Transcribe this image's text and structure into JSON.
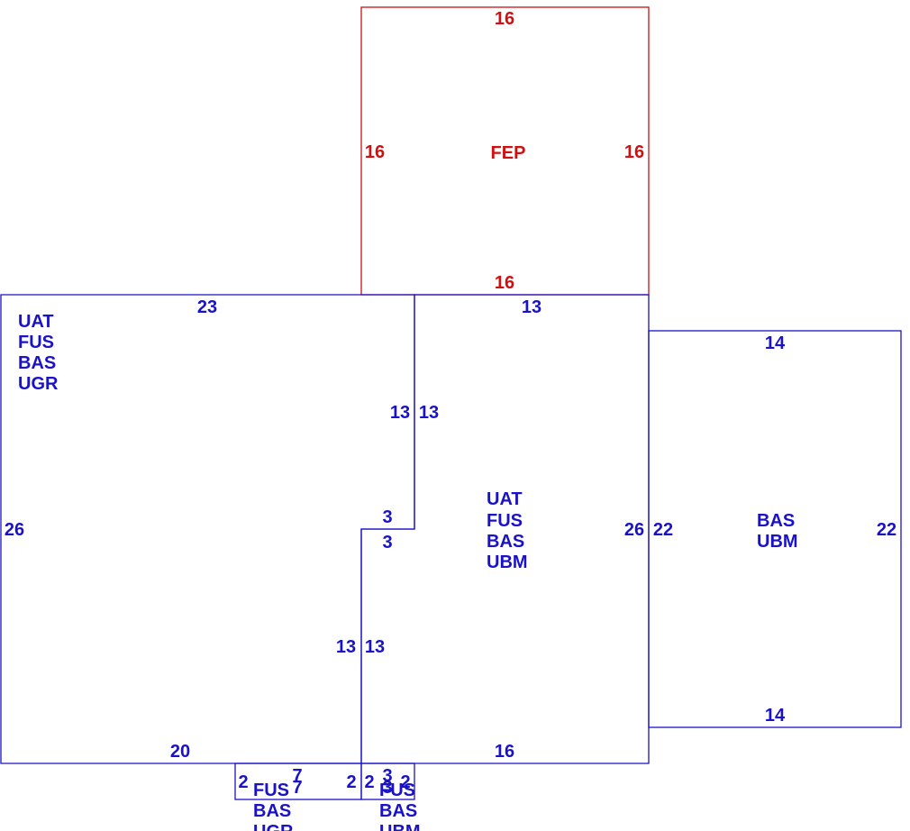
{
  "colors": {
    "main": "#1a12c8",
    "porch": "#d01010"
  },
  "fep": {
    "label": "FEP",
    "top": "16",
    "left": "16",
    "right": "16",
    "bottom": "16"
  },
  "left_block": {
    "codes": [
      "UAT",
      "FUS",
      "BAS",
      "UGR"
    ],
    "top": "23",
    "left": "26",
    "bottom": "20",
    "inner_upper": "13",
    "step": "3",
    "inner_lower": "13"
  },
  "middle_block": {
    "codes": [
      "UAT",
      "FUS",
      "BAS",
      "UBM"
    ],
    "top": "13",
    "inner_upper": "13",
    "step": "3",
    "inner_lower": "13",
    "right": "26",
    "bottom": "16"
  },
  "right_block": {
    "codes": [
      "BAS",
      "UBM"
    ],
    "top": "14",
    "left": "22",
    "right": "22",
    "bottom": "14"
  },
  "small_left": {
    "codes": [
      "FUS",
      "BAS",
      "UGR"
    ],
    "top": "7",
    "bottom": "7",
    "left": "2",
    "right": "2"
  },
  "small_right": {
    "codes": [
      "FUS",
      "BAS",
      "UBM"
    ],
    "top": "3",
    "bottom": "3",
    "left": "2",
    "right": "2"
  }
}
